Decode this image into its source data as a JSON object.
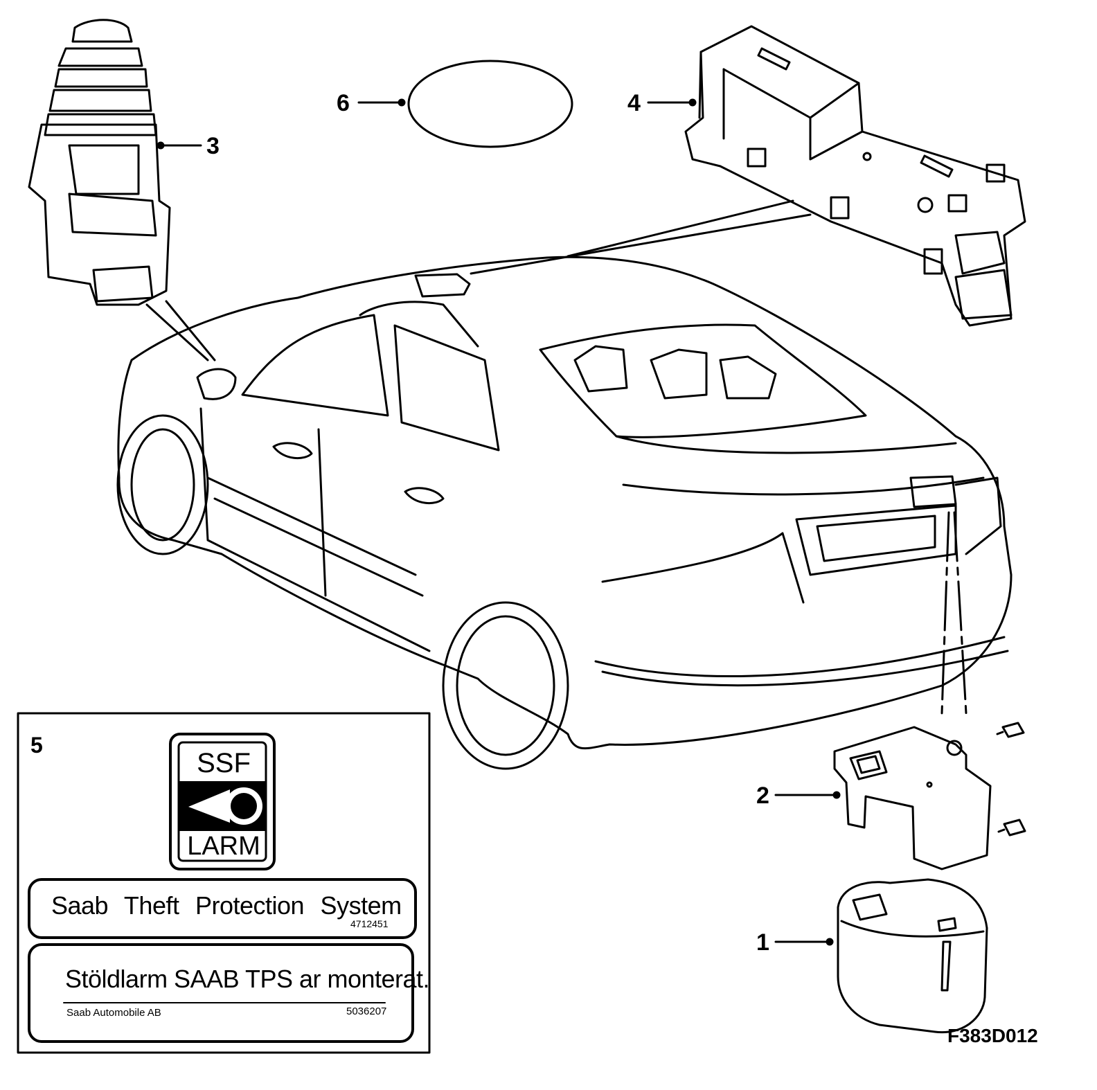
{
  "callouts": {
    "c1": "1",
    "c2": "2",
    "c3": "3",
    "c4": "4",
    "c5": "5",
    "c6": "6"
  },
  "sticker": {
    "logo_top": "SSF",
    "logo_bottom": "LARM",
    "label_main": "Saab  Theft  Protection   System",
    "label_main_code": "4712451",
    "label_warning": "Stöldlarm SAAB  TPS ar monterat.",
    "label_maker": "Saab Automobile AB",
    "label_warning_code": "5036207"
  },
  "figure_code": "F383D012"
}
